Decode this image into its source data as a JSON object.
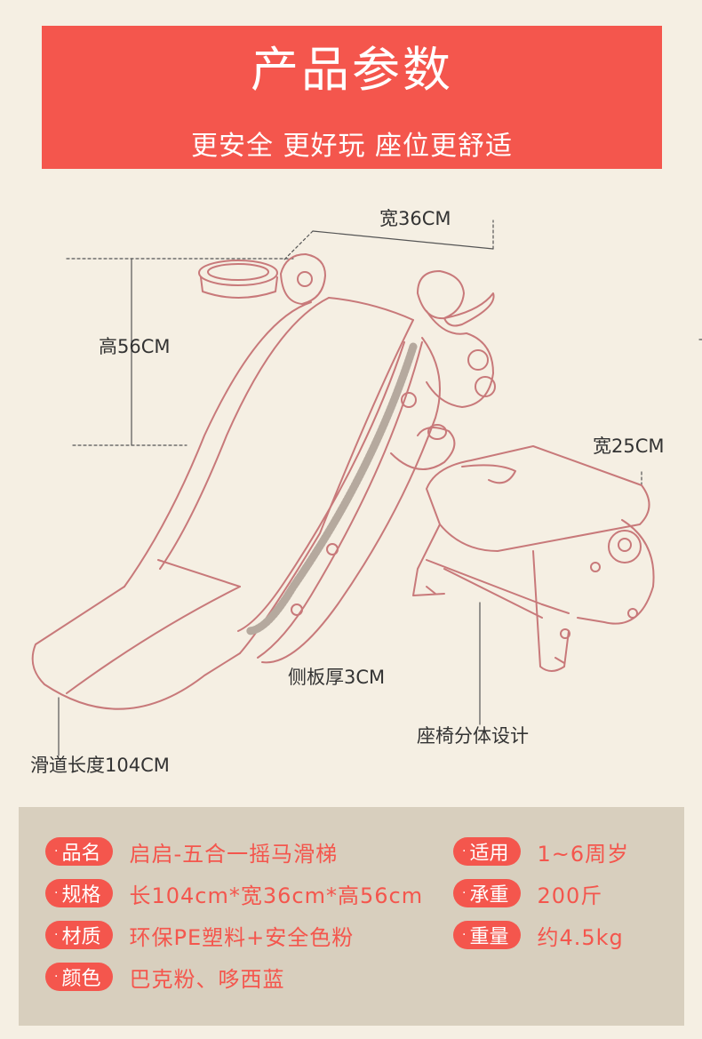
{
  "banner": {
    "title": "产品参数",
    "subtitle": "更安全  更好玩  座位更舒适"
  },
  "dimensions": {
    "width_slide": "宽36CM",
    "height": "高56CM",
    "width_seat": "宽25CM",
    "side_thickness": "侧板厚3CM",
    "seat_note": "座椅分体设计",
    "slide_length": "滑道长度104CM"
  },
  "specs": {
    "left": [
      {
        "key": "品名",
        "value": "启启-五合一摇马滑梯"
      },
      {
        "key": "规格",
        "value": "长104cm*宽36cm*高56cm"
      },
      {
        "key": "材质",
        "value": "环保PE塑料+安全色粉"
      },
      {
        "key": "颜色",
        "value": "巴克粉、哆西蓝"
      }
    ],
    "right": [
      {
        "key": "适用",
        "value": "1~6周岁"
      },
      {
        "key": "承重",
        "value": "200斤"
      },
      {
        "key": "重量",
        "value": "约4.5kg"
      }
    ]
  },
  "colors": {
    "accent": "#f4564d",
    "background": "#f5efe3",
    "panel": "#d8cfbe",
    "line_art": "#c8797a"
  }
}
